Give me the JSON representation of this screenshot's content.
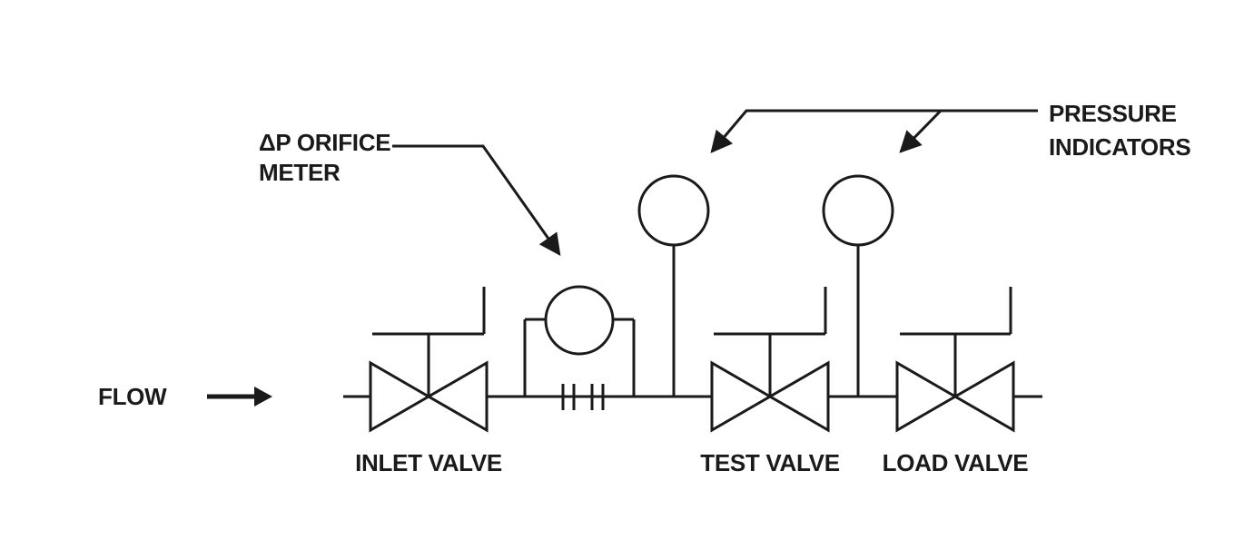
{
  "colors": {
    "line": "#1a1a1a",
    "background": "#ffffff"
  },
  "labels": {
    "flow": "FLOW",
    "orifice_meter": {
      "line1": "ΔP ORIFICE",
      "line2": "METER"
    },
    "pressure_indicators": {
      "line1": "PRESSURE",
      "line2": "INDICATORS"
    },
    "inlet_valve": "INLET VALVE",
    "test_valve": "TEST VALVE",
    "load_valve": "LOAD VALVE"
  },
  "components": [
    {
      "name": "flow-arrow",
      "type": "flow-direction-arrow"
    },
    {
      "name": "inlet-valve",
      "type": "valve-symbol"
    },
    {
      "name": "orifice-meter",
      "type": "dp-orifice-meter-symbol"
    },
    {
      "name": "pressure-indicator-1",
      "type": "pressure-indicator-symbol"
    },
    {
      "name": "test-valve",
      "type": "valve-symbol"
    },
    {
      "name": "pressure-indicator-2",
      "type": "pressure-indicator-symbol"
    },
    {
      "name": "load-valve",
      "type": "valve-symbol"
    }
  ]
}
